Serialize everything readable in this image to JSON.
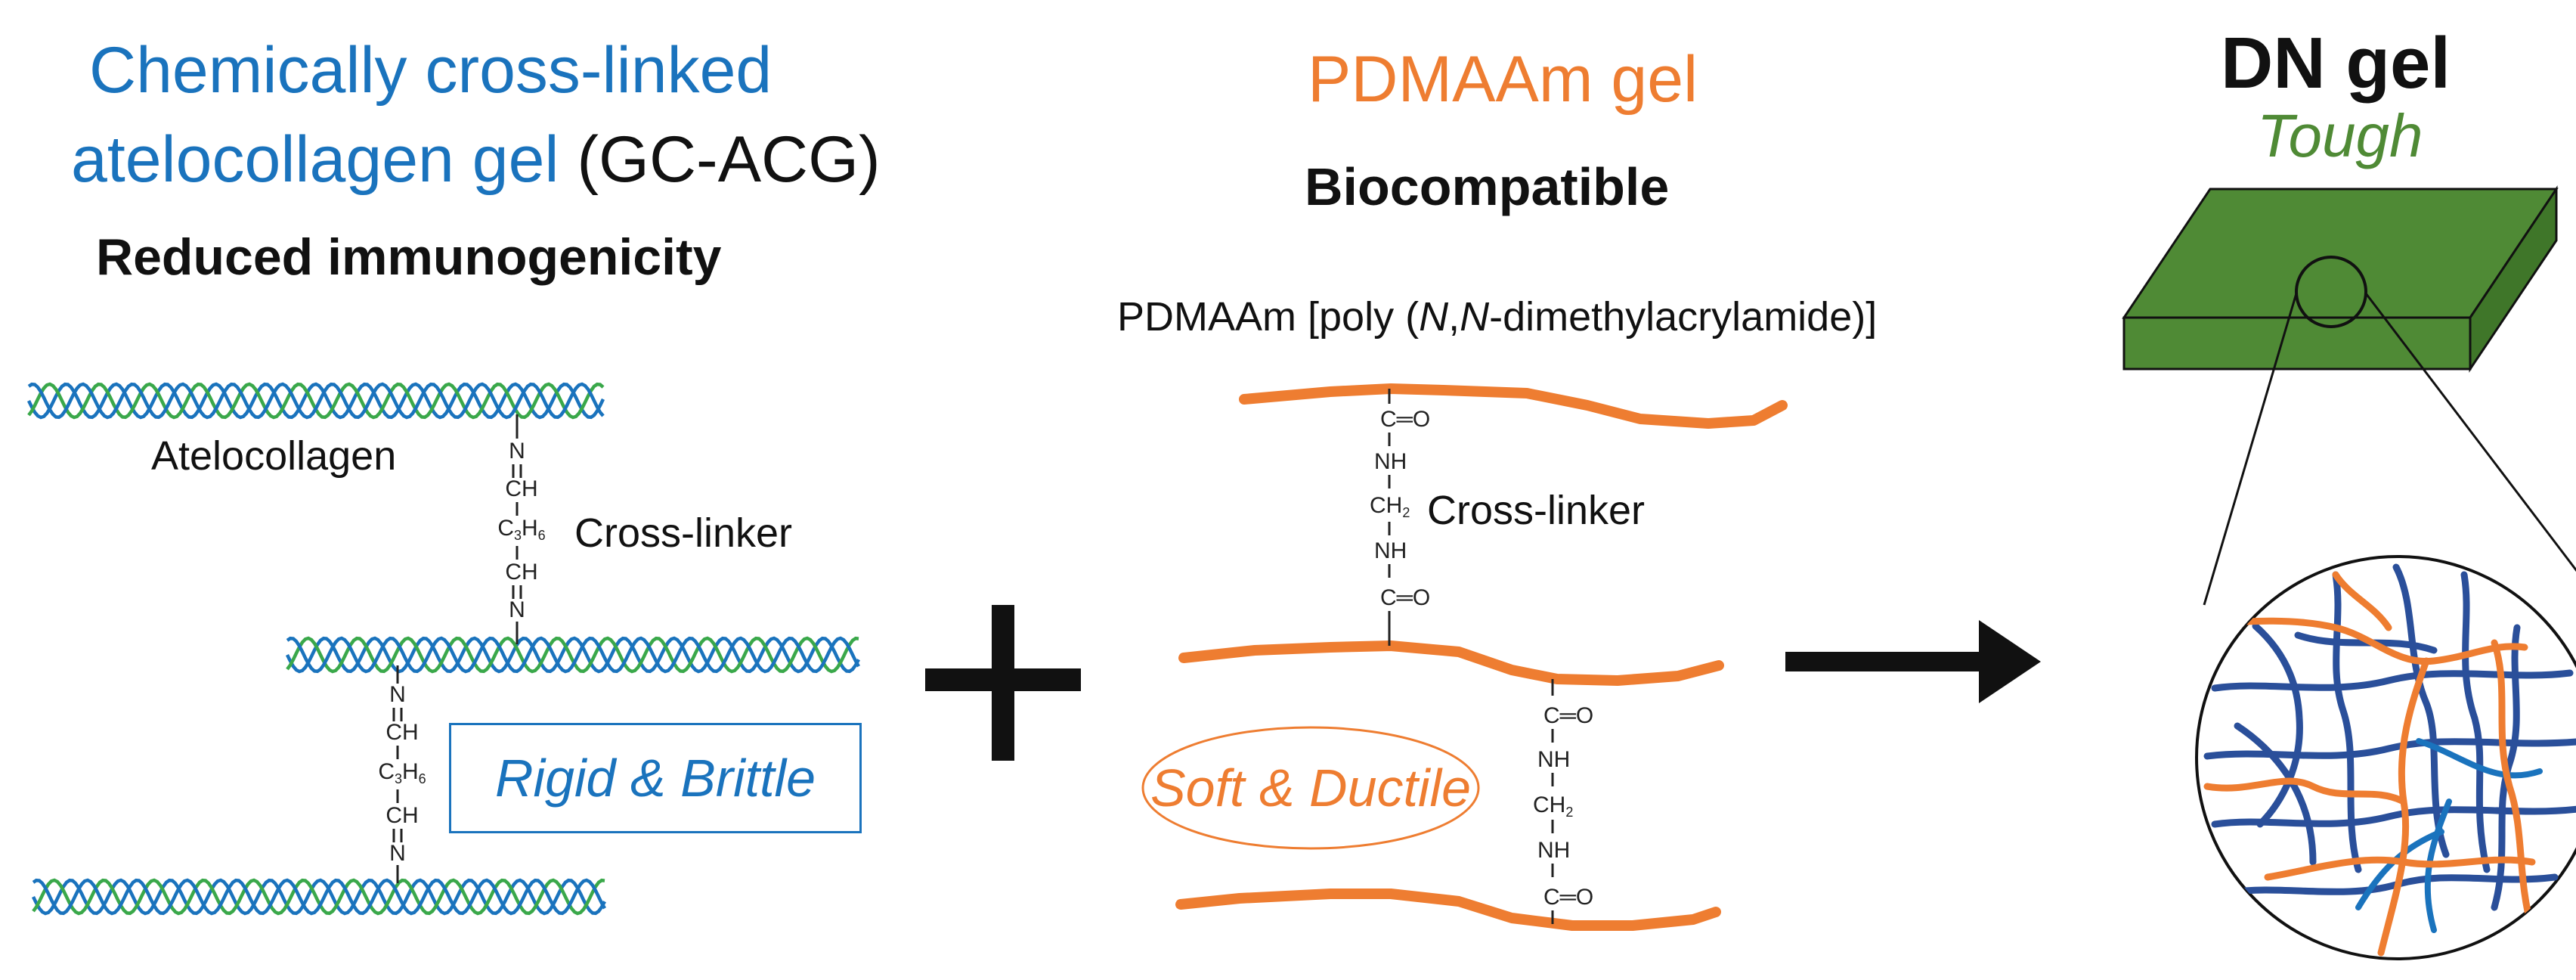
{
  "left": {
    "title_line1": "Chemically cross-linked",
    "title_line2_blue": "atelocollagen gel",
    "title_line2_black": "(GC-ACG)",
    "subtitle": "Reduced immunogenicity",
    "strand_label": "Atelocollagen",
    "crosslinker_label": "Cross-linker",
    "property": "Rigid & Brittle",
    "chem": {
      "n": "N",
      "ch": "CH",
      "c3h6_c": "C",
      "c3h6_3": "3",
      "c3h6_h": "H",
      "c3h6_6": "6"
    }
  },
  "middle": {
    "title": "PDMAAm gel",
    "subtitle": "Biocompatible",
    "full_name_prefix": "PDMAAm [poly (",
    "full_name_n1": "N",
    "full_name_comma": ",",
    "full_name_n2": "N",
    "full_name_suffix": "-dimethylacrylamide)]",
    "crosslinker_label": "Cross-linker",
    "property": "Soft & Ductile",
    "chem": {
      "co": "C═O",
      "nh": "NH",
      "ch2_ch": "CH",
      "ch2_2": "2"
    }
  },
  "right": {
    "title": "DN gel",
    "property": "Tough"
  },
  "colors": {
    "collagen_blue": "#1a73bd",
    "collagen_green": "#3aa84a",
    "pdmaam_orange": "#ee7d31",
    "gel_green": "#4f8a35",
    "network_dark": "#2a4f9a",
    "network_blue": "#1a73bd"
  },
  "operators": {
    "plus": "plus-sign",
    "arrow": "right-arrow"
  }
}
